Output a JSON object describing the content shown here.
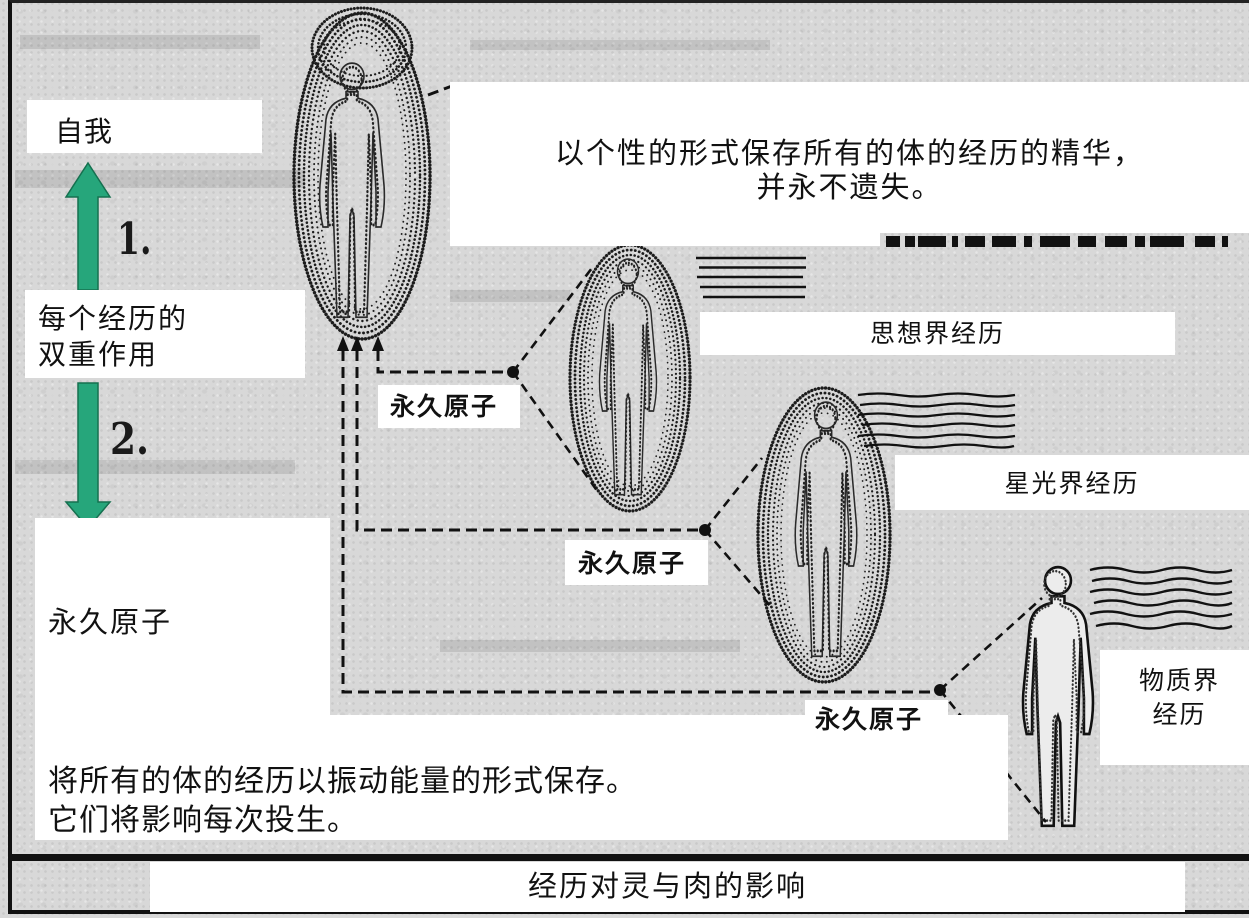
{
  "diagram": {
    "self_label": "自我",
    "step_1": "1.",
    "dual_function": [
      "每个经历的",
      "双重作用"
    ],
    "step_2": "2.",
    "permanent_atom_note": "永久原子",
    "permanent_atom_text": [
      "将所有的体的经历以振动能量的形式保存。",
      "它们将影响每次投生。"
    ],
    "self_text": [
      "以个性的形式保存所有的体的经历的精华，",
      "并永不遗失。"
    ],
    "mental_experience": "思想界经历",
    "astral_experience": "星光界经历",
    "physical_experience": [
      "物质界",
      "经历"
    ],
    "atom_labels": [
      "永久原子",
      "永久原子",
      "永久原子"
    ],
    "caption": "经历对灵与肉的影响"
  },
  "colors": {
    "arrow_fill": "#26a67b",
    "arrow_outline": "#15704f",
    "ink": "#111111",
    "paper": "#d8d8d8",
    "label_background": "#ffffff"
  }
}
